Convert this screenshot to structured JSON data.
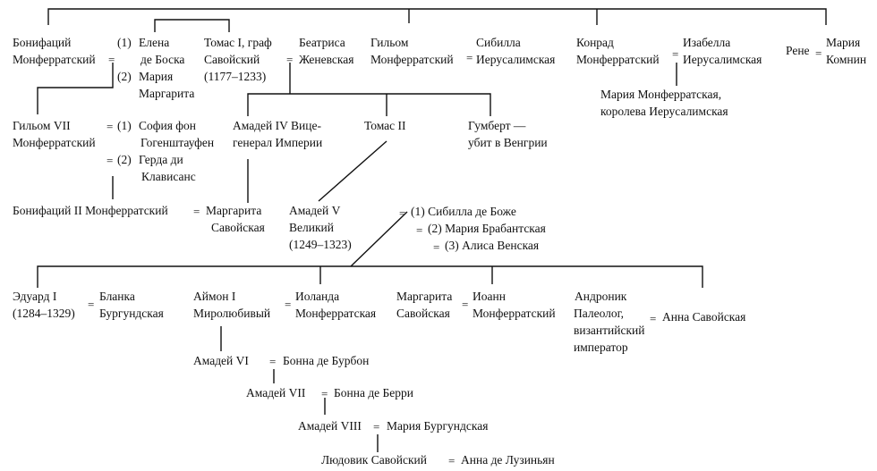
{
  "title": "Genealogy of the Savoy and Montferrat houses",
  "marriage_symbol": "=",
  "people": {
    "bonifacio": [
      "Бонифаций",
      "Монферратский"
    ],
    "bonifacio_wife1_num": "(1)",
    "bonifacio_wife1": [
      "Елена",
      "де Боска"
    ],
    "bonifacio_wife2_num": "(2)",
    "bonifacio_wife2": [
      "Мария",
      "Маргарита"
    ],
    "tomas1": [
      "Томас I, граф",
      "Савойский",
      "(1177–1233)"
    ],
    "beatrice": [
      "Беатриса",
      "Женевская"
    ],
    "guglielmo": [
      "Гильом",
      "Монферратский"
    ],
    "sibilla": [
      "Сибилла",
      "Иерусалимская"
    ],
    "conrad": [
      "Конрад",
      "Монферратский"
    ],
    "isabella": [
      "Изабелла",
      "Иерусалимская"
    ],
    "maria_monf": [
      "Мария Монферратская,",
      "королева Иерусалимская"
    ],
    "rene": "Рене",
    "maria_komnin": [
      "Мария",
      "Комнин"
    ],
    "guglielmo7": [
      "Гильом VII",
      "Монферратский"
    ],
    "sofia_num": "(1)",
    "sofia": [
      "София фон",
      "Гогенштауфен"
    ],
    "gerda_num": "(2)",
    "gerda": [
      "Герда ди",
      "Клависанс"
    ],
    "amadeus4": [
      "Амадей IV Вице-",
      "генерал Империи"
    ],
    "tomas2": "Томас II",
    "humbert": [
      "Гумберт —",
      "убит в Венгрии"
    ],
    "bonifacio2": "Бонифаций II Монферратский",
    "margherita_sav1": [
      "Маргарита",
      "Савойская"
    ],
    "amadeus5": [
      "Амадей V",
      "Великий",
      "(1249–1323)"
    ],
    "a5_wives": [
      "(1) Сибилла де Боже",
      "(2) Мария Брабантская",
      "(3) Алиса Венская"
    ],
    "edward1": [
      "Эдуард I",
      "(1284–1329)"
    ],
    "bianca": [
      "Бланка",
      "Бургундская"
    ],
    "aimone": [
      "Аймон I",
      "Миролюбивый"
    ],
    "iolanda": [
      "Иоланда",
      "Монферратская"
    ],
    "margherita_sav2": [
      "Маргарита",
      "Савойская"
    ],
    "giovanni": [
      "Иоанн",
      "Монферратский"
    ],
    "andronikos": [
      "Андроник",
      "Палеолог,",
      "византийский",
      "император"
    ],
    "anna_sav": "Анна Савойская",
    "amadeus6": "Амадей VI",
    "bona_bourbon": "Бонна де Бурбон",
    "amadeus7": "Амадей VII",
    "bona_berry": "Бонна де Берри",
    "amadeus8": "Амадей VIII",
    "maria_burg": "Мария Бургундская",
    "ludovico": "Людовик Савойский",
    "anna_lusignan": "Анна де Лузиньян"
  }
}
